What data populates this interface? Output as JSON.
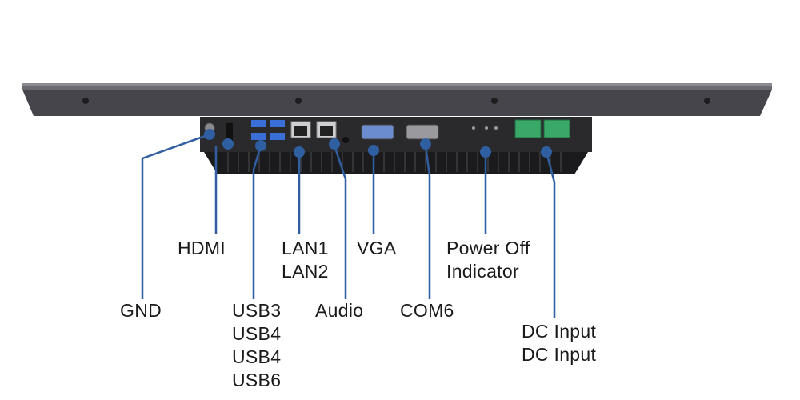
{
  "labels": {
    "gnd": "GND",
    "hdmi": "HDMI",
    "usb": [
      "USB3",
      "USB4",
      "USB4",
      "USB6"
    ],
    "lan": [
      "LAN1",
      "LAN2"
    ],
    "audio": "Audio",
    "vga": "VGA",
    "com6": "COM6",
    "power_off": [
      "Power Off",
      "Indicator"
    ],
    "dc_input": [
      "DC Input",
      "DC Input"
    ]
  },
  "colors": {
    "leader_line": "#2f5fa0",
    "marker": "#2f5fa0",
    "panel": "#4a4a4f",
    "chassis": "#232325",
    "label_text": "#1a1a1a",
    "usb_port": "#3b6fd8",
    "terminal_block": "#3aa866"
  }
}
